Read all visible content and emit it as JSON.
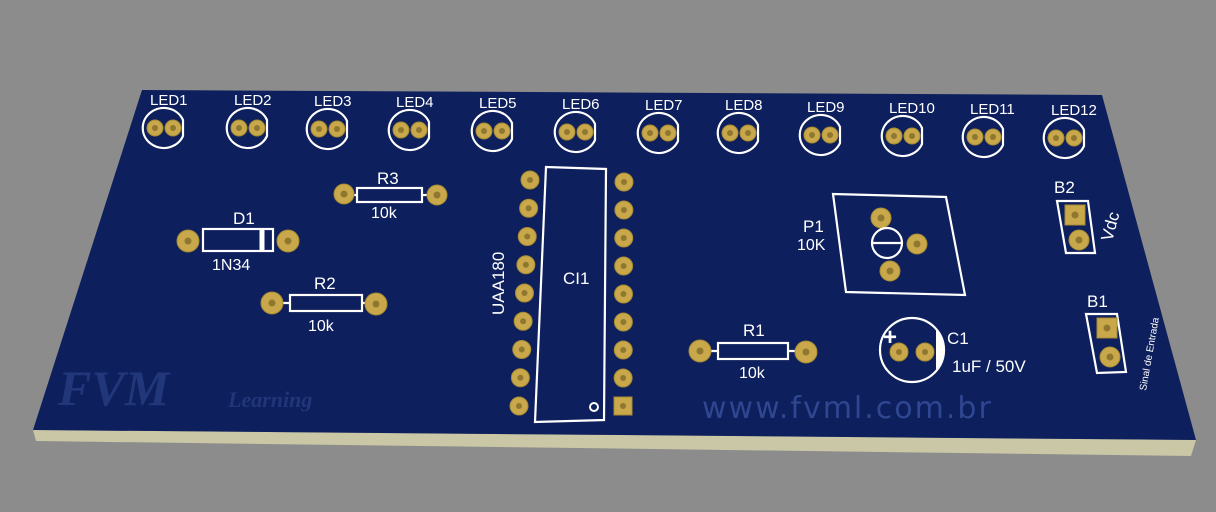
{
  "board": {
    "leds": [
      "LED1",
      "LED2",
      "LED3",
      "LED4",
      "LED5",
      "LED6",
      "LED7",
      "LED8",
      "LED9",
      "LED10",
      "LED11",
      "LED12"
    ],
    "r3": {
      "ref": "R3",
      "value": "10k"
    },
    "d1": {
      "ref": "D1",
      "value": "1N34"
    },
    "r2": {
      "ref": "R2",
      "value": "10k"
    },
    "ic": {
      "ref": "CI1",
      "value": "UAA180"
    },
    "r1": {
      "ref": "R1",
      "value": "10k"
    },
    "p1": {
      "ref": "P1",
      "value": "10K"
    },
    "c1": {
      "ref": "C1",
      "value": "1uF / 50V",
      "polarity": "+"
    },
    "b2": {
      "ref": "B2",
      "label": "Vdc"
    },
    "b1": {
      "ref": "B1",
      "label": "Sinal de Entrada"
    }
  },
  "watermark": {
    "brand": "FVM",
    "sub": "Learning",
    "url": "www.fvml.com.br"
  },
  "colors": {
    "background": "#8c8c8c",
    "board": "#0d1f5c",
    "silkscreen": "#ffffff",
    "pad": "#c8a84a"
  }
}
